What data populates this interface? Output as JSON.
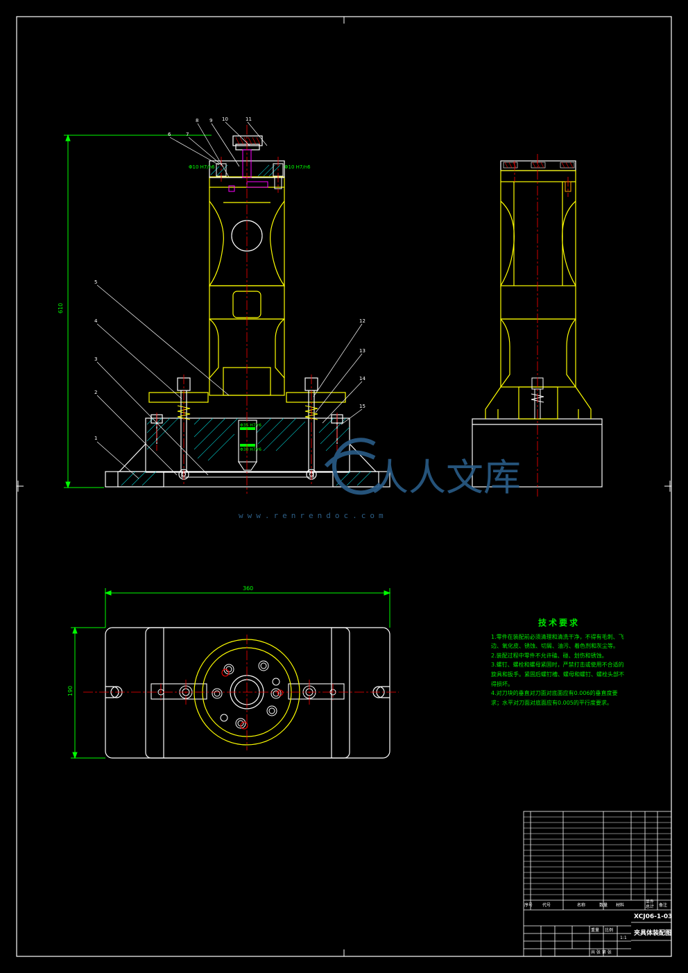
{
  "drawing": {
    "code": "XCJ06-1-03",
    "title": "夹具体装配图",
    "url_watermark": "www.renrendoc.com",
    "logo_text": "人人文库"
  },
  "dimensions": {
    "height": "610",
    "length": "360",
    "width": "190",
    "bush_top_left": "Φ10 H7/n6",
    "bush_top_right": "Φ10 H7/n6",
    "bore_1": "Φ35 H7/r6",
    "bore_2": "Φ30 H7/r6"
  },
  "part_callouts": [
    "1",
    "2",
    "3",
    "4",
    "5",
    "6",
    "7",
    "8",
    "9",
    "10",
    "11",
    "12",
    "13",
    "14",
    "15"
  ],
  "tech_requirements": {
    "title": "技术要求",
    "items": [
      "1.零件在装配前必须清理和清洗干净，不得有毛刺、飞边、氧化皮、锈蚀、切屑、油污、着色剂和灰尘等。",
      "2.装配过程中零件不允许磕、碰、划伤和锈蚀。",
      "3.螺钉、螺栓和螺母紧固时，严禁打击或使用不合适的旋具和扳手。紧固后螺钉槽、螺母和螺钉、螺栓头部不得损坏。",
      "4.对刀块的垂直对刀面对底面应有0.006的垂直度要求；水平对刀面对底面应有0.005的平行度要求。"
    ]
  },
  "title_block": {
    "header": [
      "序号",
      "代号",
      "名称",
      "数量",
      "材料",
      "单件",
      "总计",
      "备注"
    ],
    "mass_label": "重量",
    "scale_label": "比例",
    "scale": "1:1",
    "sheet_label": "共  张  第  张"
  },
  "colors": {
    "background": "#000000",
    "outline": "#ffffff",
    "part": "#ffff00",
    "centerline": "#ff0000",
    "dimension": "#00ff00",
    "hatch": "#00ffff",
    "text": "#00e800",
    "fastener": "#ff00ff",
    "watermark": "#2a5c88"
  }
}
